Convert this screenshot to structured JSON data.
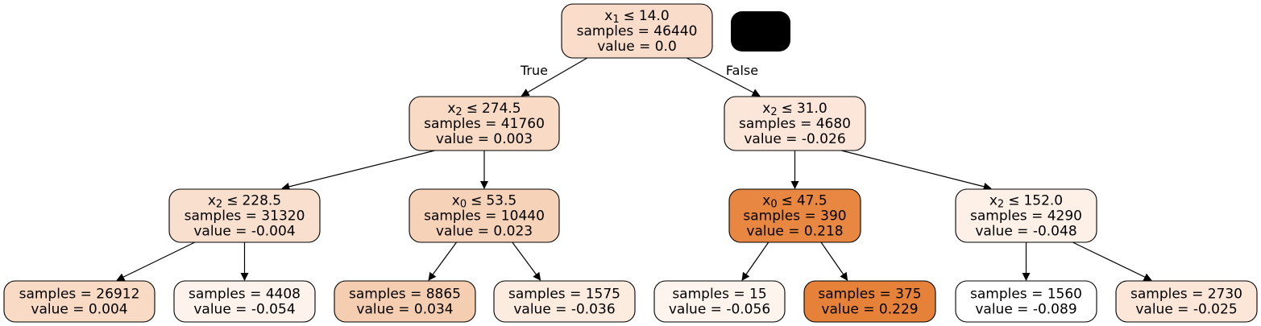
{
  "tree": {
    "nodes": [
      {
        "id": "n0",
        "split": {
          "var": "x",
          "sub": "1",
          "op": "≤",
          "threshold": "14.0"
        },
        "samples_label": "samples = 46440",
        "value_label": "value = 0.0",
        "value": 0.0,
        "fill": "#f9dcc9"
      },
      {
        "id": "n1",
        "split": {
          "var": "x",
          "sub": "2",
          "op": "≤",
          "threshold": "274.5"
        },
        "samples_label": "samples = 41760",
        "value_label": "value = 0.003",
        "value": 0.003,
        "fill": "#f8dac5"
      },
      {
        "id": "n2",
        "split": {
          "var": "x",
          "sub": "2",
          "op": "≤",
          "threshold": "31.0"
        },
        "samples_label": "samples = 4680",
        "value_label": "value = -0.026",
        "value": -0.026,
        "fill": "#fbe6d9"
      },
      {
        "id": "n3",
        "split": {
          "var": "x",
          "sub": "2",
          "op": "≤",
          "threshold": "228.5"
        },
        "samples_label": "samples = 31320",
        "value_label": "value = -0.004",
        "value": -0.004,
        "fill": "#f9dfcd"
      },
      {
        "id": "n4",
        "split": {
          "var": "x",
          "sub": "0",
          "op": "≤",
          "threshold": "53.5"
        },
        "samples_label": "samples = 10440",
        "value_label": "value = 0.023",
        "value": 0.023,
        "fill": "#f6d2b8"
      },
      {
        "id": "n5",
        "split": {
          "var": "x",
          "sub": "0",
          "op": "≤",
          "threshold": "47.5"
        },
        "samples_label": "samples = 390",
        "value_label": "value = 0.218",
        "value": 0.218,
        "fill": "#e88742"
      },
      {
        "id": "n6",
        "split": {
          "var": "x",
          "sub": "2",
          "op": "≤",
          "threshold": "152.0"
        },
        "samples_label": "samples = 4290",
        "value_label": "value = -0.048",
        "value": -0.048,
        "fill": "#fdf0e7"
      },
      {
        "id": "n7",
        "split": null,
        "samples_label": "samples = 26912",
        "value_label": "value = 0.004",
        "value": 0.004,
        "fill": "#f8dac5"
      },
      {
        "id": "n8",
        "split": null,
        "samples_label": "samples = 4408",
        "value_label": "value = -0.054",
        "value": -0.054,
        "fill": "#fdf3ec"
      },
      {
        "id": "n9",
        "split": null,
        "samples_label": "samples = 8865",
        "value_label": "value = 0.034",
        "value": 0.034,
        "fill": "#f5cdb0"
      },
      {
        "id": "n10",
        "split": null,
        "samples_label": "samples = 1575",
        "value_label": "value = -0.036",
        "value": -0.036,
        "fill": "#fcebdf"
      },
      {
        "id": "n11",
        "split": null,
        "samples_label": "samples = 15",
        "value_label": "value = -0.056",
        "value": -0.056,
        "fill": "#fdf4ee"
      },
      {
        "id": "n12",
        "split": null,
        "samples_label": "samples = 375",
        "value_label": "value = 0.229",
        "value": 0.229,
        "fill": "#e6813a"
      },
      {
        "id": "n13",
        "split": null,
        "samples_label": "samples = 1560",
        "value_label": "value = -0.089",
        "value": -0.089,
        "fill": "#ffffff"
      },
      {
        "id": "n14",
        "split": null,
        "samples_label": "samples = 2730",
        "value_label": "value = -0.025",
        "value": -0.025,
        "fill": "#fbe6d8"
      }
    ],
    "edges": [
      {
        "from": "n0",
        "to": "n1",
        "label": "True"
      },
      {
        "from": "n0",
        "to": "n2",
        "label": "False"
      },
      {
        "from": "n1",
        "to": "n3",
        "label": ""
      },
      {
        "from": "n1",
        "to": "n4",
        "label": ""
      },
      {
        "from": "n2",
        "to": "n5",
        "label": ""
      },
      {
        "from": "n2",
        "to": "n6",
        "label": ""
      },
      {
        "from": "n3",
        "to": "n7",
        "label": ""
      },
      {
        "from": "n3",
        "to": "n8",
        "label": ""
      },
      {
        "from": "n4",
        "to": "n9",
        "label": ""
      },
      {
        "from": "n4",
        "to": "n10",
        "label": ""
      },
      {
        "from": "n5",
        "to": "n11",
        "label": ""
      },
      {
        "from": "n5",
        "to": "n12",
        "label": ""
      },
      {
        "from": "n6",
        "to": "n13",
        "label": ""
      },
      {
        "from": "n6",
        "to": "n14",
        "label": ""
      }
    ],
    "redaction_color": "#000000"
  }
}
